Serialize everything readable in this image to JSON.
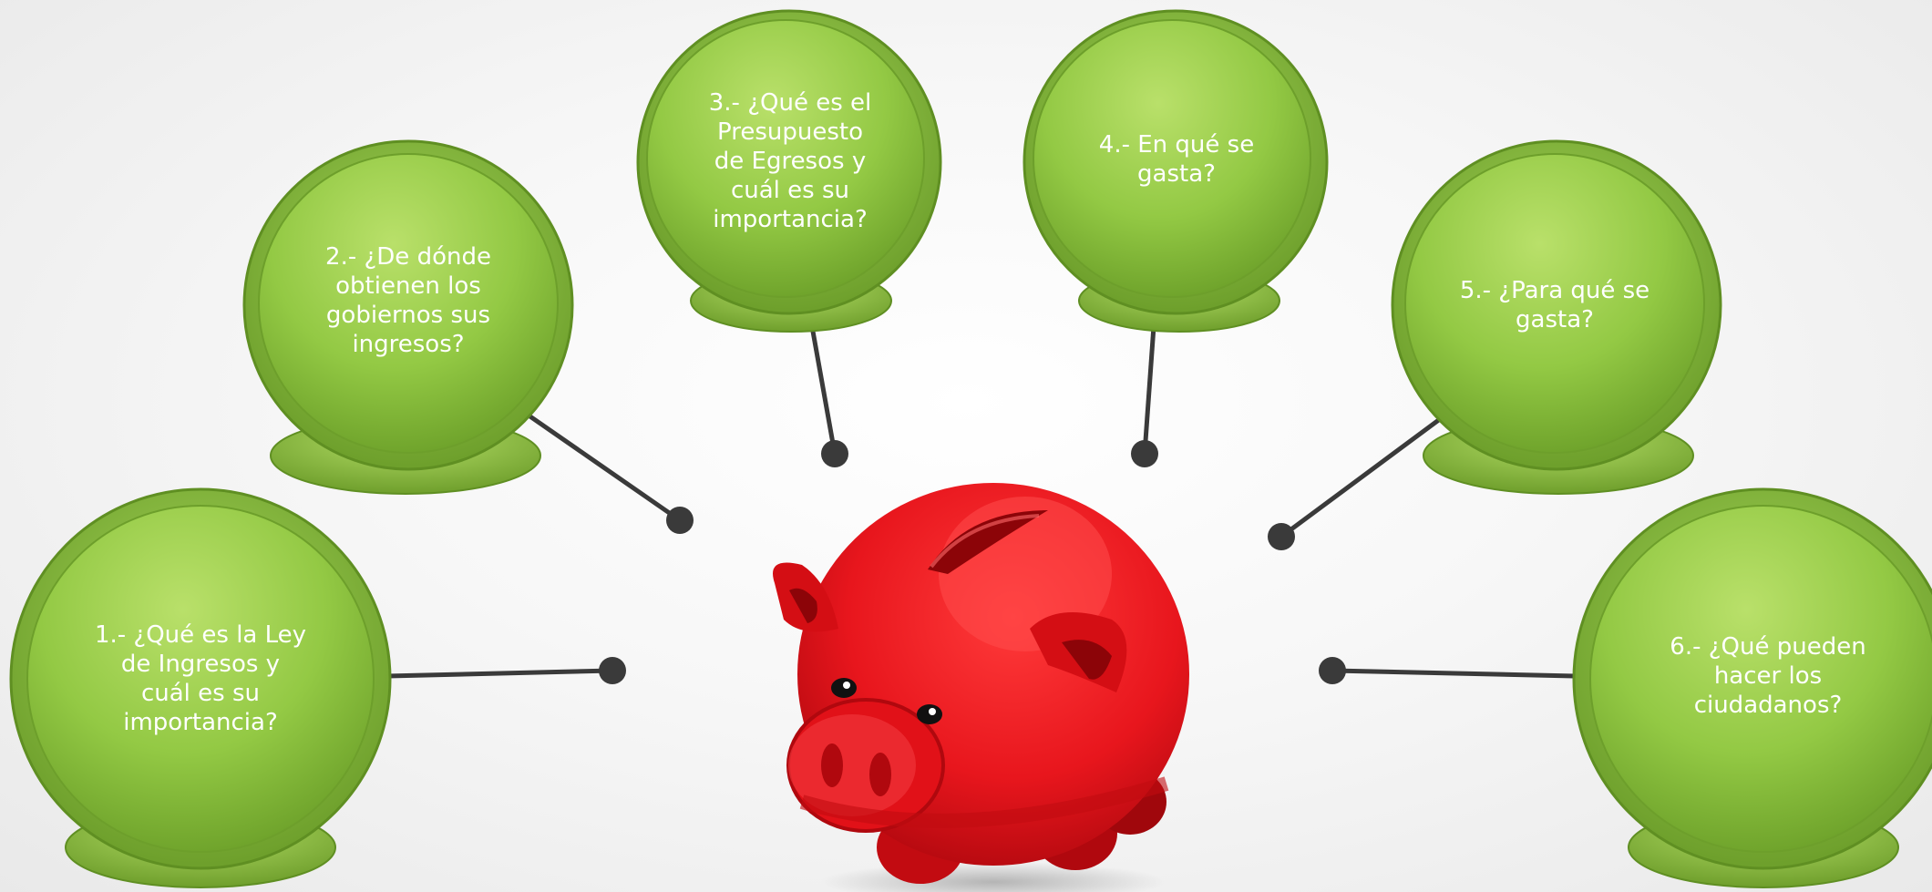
{
  "diagram": {
    "questions": [
      {
        "id": "q1",
        "text": "1.- ¿Qué es la Ley\nde Ingresos y\ncuál es su\nimportancia?"
      },
      {
        "id": "q2",
        "text": "2.- ¿De dónde\nobtienen los\ngobiernos sus\ningresos?"
      },
      {
        "id": "q3",
        "text": "3.- ¿Qué es el\nPresupuesto\nde Egresos y\ncuál es su\nimportancia?"
      },
      {
        "id": "q4",
        "text": "4.- En qué se\ngasta?"
      },
      {
        "id": "q5",
        "text": "5.- ¿Para qué se\ngasta?"
      },
      {
        "id": "q6",
        "text": "6.- ¿Qué pueden\nhacer los\nciudadanos?"
      }
    ],
    "colors": {
      "bubble_light": "#b9e06a",
      "bubble_mid": "#8fc43f",
      "bubble_dark": "#5f8f22",
      "connector": "#3a3a3a",
      "piggy_red": "#e8161d",
      "piggy_dark": "#a8080d",
      "background": "#f4f4f4"
    },
    "center_image": "piggy-bank-icon"
  }
}
